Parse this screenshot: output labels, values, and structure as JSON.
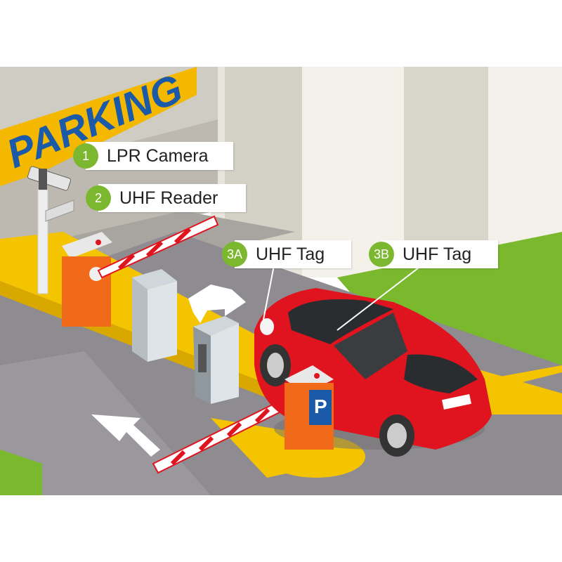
{
  "sign": {
    "text": "PARKING"
  },
  "colors": {
    "sign_yellow": "#f5b800",
    "sign_blue": "#1a5aa8",
    "badge_green": "#7cb82f",
    "car_red": "#e0141e",
    "booth_orange": "#f06a1a",
    "curb_yellow": "#f5c400",
    "road_gray": "#8e8c90",
    "grass_green": "#7ab82e"
  },
  "callouts": [
    {
      "badge": "1",
      "label": "LPR Camera"
    },
    {
      "badge": "2",
      "label": "UHF Reader"
    },
    {
      "badge": "3A",
      "label": "UHF Tag"
    },
    {
      "badge": "3B",
      "label": "UHF Tag"
    }
  ],
  "booth_sign": "P",
  "icons": [
    "cctv-camera-icon",
    "uhf-reader-icon",
    "parking-p-icon",
    "direction-arrow-icon"
  ]
}
